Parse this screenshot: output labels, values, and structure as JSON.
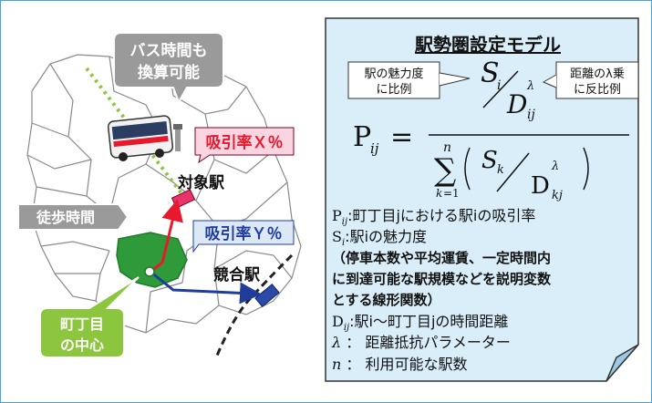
{
  "map": {
    "bus_callout": [
      "バス時間も",
      "換算可能"
    ],
    "attraction_x": "吸引率Ｘ％",
    "attraction_y": "吸引率Ｙ％",
    "target_station": "対象駅",
    "competing_station": "競合駅",
    "walking_time": "徒歩時間",
    "district_center": [
      "町丁目",
      "の中心"
    ]
  },
  "model": {
    "title": "駅勢圏設定モデル",
    "note_left": [
      "駅の魅力度",
      "に比例"
    ],
    "note_right": [
      "距離のλ乗",
      "に反比例"
    ],
    "legend": [
      {
        "sym": "P",
        "sub": "ij",
        "sep": ":",
        "text": "町丁目jにおける駅iの吸引率"
      },
      {
        "sym": "S",
        "sub": "i",
        "sep": ":",
        "text": "駅iの魅力度"
      },
      {
        "sym": "",
        "sub": "",
        "sep": "",
        "text": "（停車本数や平均運賃、一定時間内"
      },
      {
        "sym": "",
        "sub": "",
        "sep": "",
        "text": "に到達可能な駅規模などを説明変数"
      },
      {
        "sym": "",
        "sub": "",
        "sep": "",
        "text": "とする線形関数）"
      },
      {
        "sym": "D",
        "sub": "ij",
        "sep": ":",
        "text": "駅i～町丁目jの時間距離"
      },
      {
        "sym": "λ",
        "sub": "",
        "sep": "：",
        "text": "距離抵抗パラメーター"
      },
      {
        "sym": "n",
        "sub": "",
        "sep": "：",
        "text": "利用可能な駅数"
      }
    ]
  }
}
